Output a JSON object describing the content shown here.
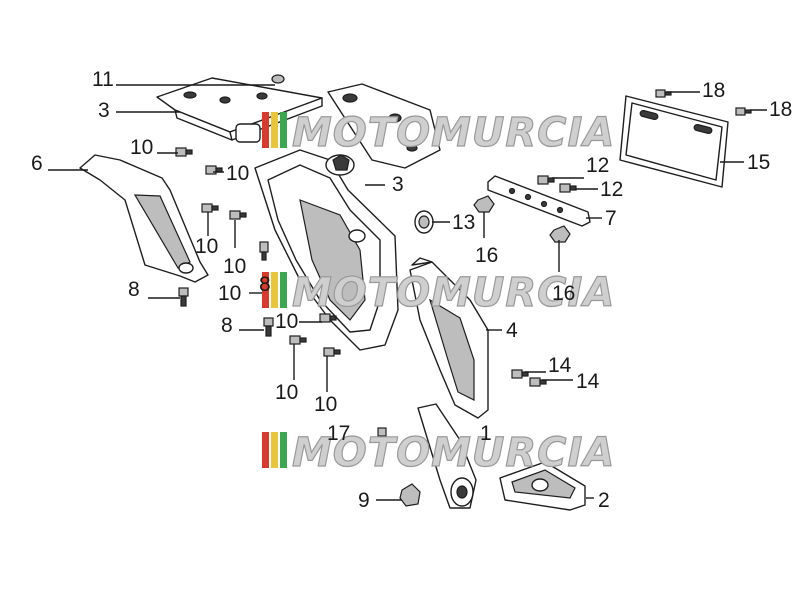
{
  "watermark": {
    "text": "MOTOMURCIA"
  },
  "callouts": {
    "c11": "11",
    "c3a": "3",
    "c3b": "3",
    "c6": "6",
    "c10a": "10",
    "c10b": "10",
    "c10c": "10",
    "c10d": "10",
    "c10e": "10",
    "c10f": "10",
    "c10g": "10",
    "c10h": "10",
    "c8a": "8",
    "c8b": "8",
    "c8c": "8",
    "c13": "13",
    "c16a": "16",
    "c16b": "16",
    "c12a": "12",
    "c12b": "12",
    "c7": "7",
    "c18a": "18",
    "c18b": "18",
    "c15": "15",
    "c4": "4",
    "c14a": "14",
    "c14b": "14",
    "c17": "17",
    "c1": "1",
    "c9": "9",
    "c2": "2"
  },
  "colors": {
    "line": "#1a1a1a",
    "watermark_fill": "#cfcfcf",
    "watermark_red": "#d83a2c",
    "watermark_yellow": "#e8c53a",
    "watermark_green": "#3aa650"
  }
}
